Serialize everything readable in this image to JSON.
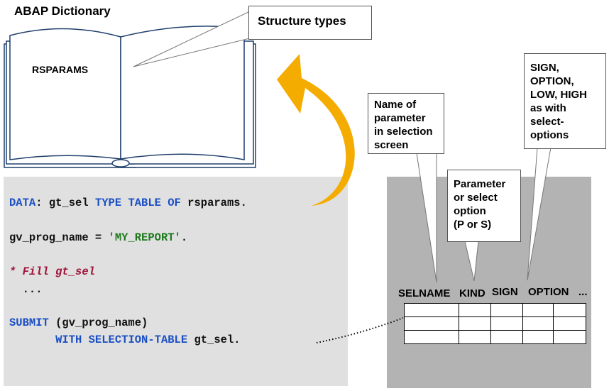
{
  "diagram": {
    "title": "ABAP Dictionary",
    "book": {
      "label": "RSPARAMS"
    },
    "callouts": {
      "structure_types": "Structure types",
      "selname": [
        "Name of",
        "parameter",
        "in selection",
        "screen"
      ],
      "kind": [
        "Parameter",
        "or select",
        "option",
        "(P or S)"
      ],
      "sign_option": [
        "SIGN,",
        "OPTION,",
        "LOW, HIGH",
        "as with",
        "select-",
        "options"
      ]
    },
    "code": {
      "line1": {
        "kw1": "DATA",
        "t1": ": gt_sel ",
        "kw2": "TYPE TABLE OF",
        "t2": " rsparams."
      },
      "line2": {
        "t1": "gv_prog_name = ",
        "str": "'MY_REPORT'",
        "t2": "."
      },
      "line3": {
        "comment": "* Fill gt_sel"
      },
      "line4": {
        "t1": "  ..."
      },
      "line5": {
        "kw1": "SUBMIT",
        "t1": " (gv_prog_name)"
      },
      "line6": {
        "indent": "       ",
        "kw1": "WITH SELECTION-TABLE",
        "t1": " gt_sel."
      }
    },
    "table": {
      "columns": [
        "SELNAME",
        "KIND",
        "SIGN",
        "OPTION",
        "..."
      ],
      "rows": 3
    },
    "colors": {
      "keyword": "#1a4fc4",
      "string": "#1e7a1e",
      "comment": "#a0133a",
      "arrow": "#f5ac00",
      "book_stroke": "#1f3f6b",
      "code_bg": "#e0e0e0",
      "selection_bg": "#b3b3b3"
    }
  }
}
